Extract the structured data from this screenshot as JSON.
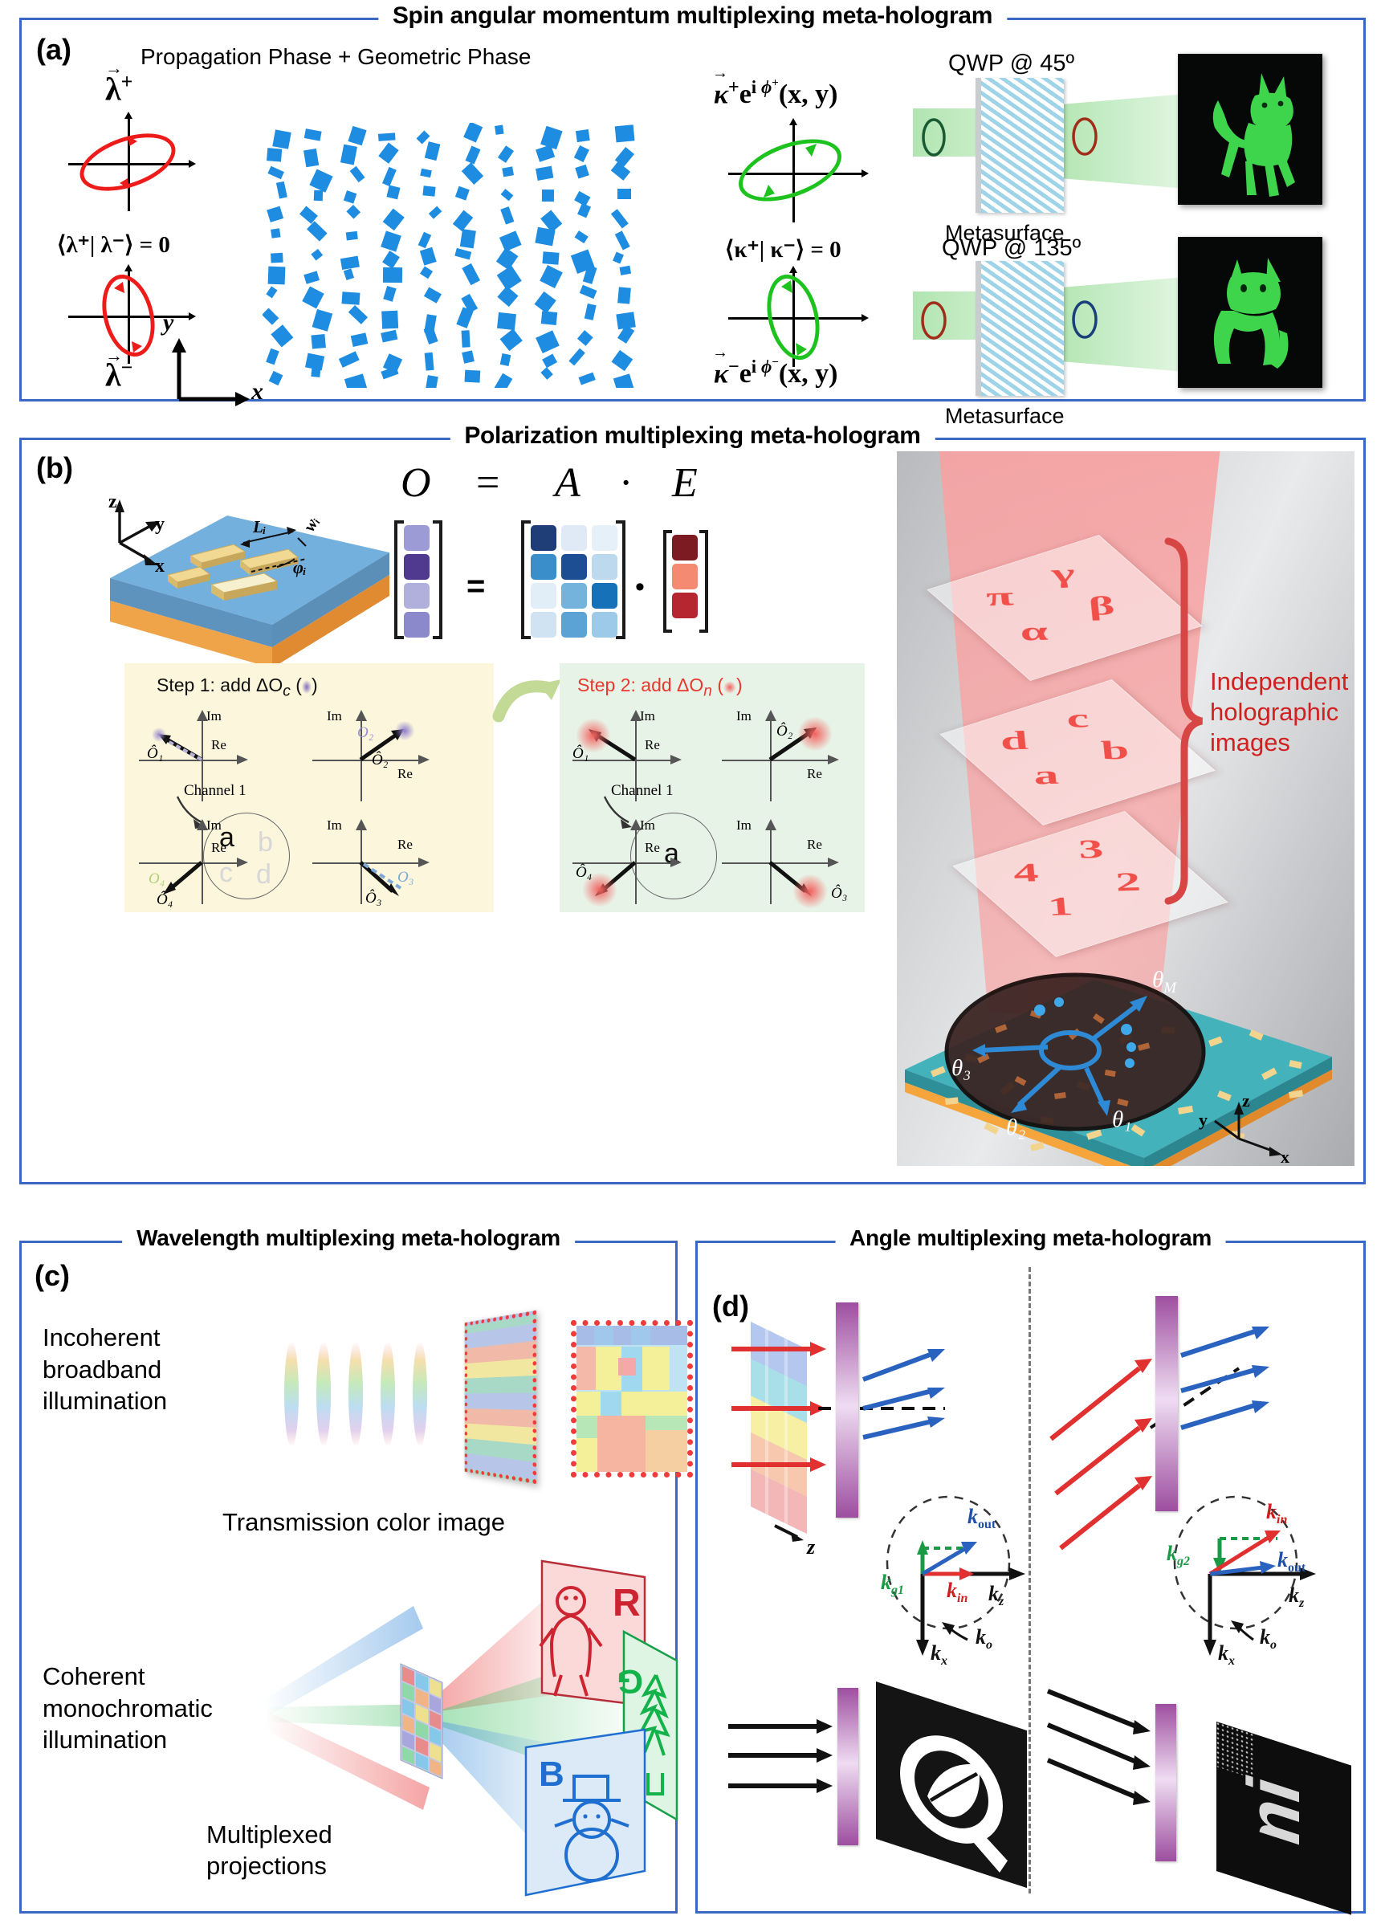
{
  "figure": {
    "panels": [
      {
        "id": "a",
        "letter": "(a)",
        "title": "Spin angular momentum multiplexing meta-hologram",
        "heading": "Propagation Phase + Geometric Phase",
        "labels": {
          "lambda_plus": "λ⁺",
          "lambda_minus": "λ⁻",
          "ortho_lambda": "⟨λ⁺| λ⁻⟩ = 0",
          "kappa_plus_field": "κ⁺ e^{iφ⁺}(x, y)",
          "kappa_minus_field": "κ⁻ e^{iφ⁻}(x, y)",
          "ortho_kappa": "⟨κ⁺| κ⁻⟩ = 0",
          "axis_x": "x",
          "axis_y": "y"
        },
        "channels": [
          {
            "qwp": "QWP @ 45º",
            "surface": "Metasurface",
            "image": "fox-hologram"
          },
          {
            "qwp": "QWP @ 135º",
            "surface": "Metasurface",
            "image": "cat-hologram"
          }
        ]
      },
      {
        "id": "b",
        "letter": "(b)",
        "title": "Polarization multiplexing meta-hologram",
        "equation": {
          "lhs": "O",
          "eq": "=",
          "mid": "A",
          "dot": "·",
          "rhs": "E"
        },
        "nanorod_labels": {
          "z": "z",
          "y": "y",
          "x": "x",
          "length": "Lᵢ",
          "width": "wᵢ",
          "angle": "φᵢ"
        },
        "steps": [
          {
            "title": "Step 1: add ΔO",
            "sub": "c",
            "marker": "violet-dot",
            "channel": "Channel 1",
            "letters": [
              "a",
              "b",
              "c",
              "d"
            ],
            "active_letter": "a",
            "vectors": [
              "Ô₁",
              "Ô₂",
              "Ô₄",
              "Ô₃"
            ],
            "ghosts": [
              "O₁",
              "O₂",
              "O₄",
              "O₃"
            ],
            "axis": [
              "Im",
              "Re"
            ]
          },
          {
            "title": "Step 2: add ΔO",
            "sub": "n",
            "marker": "red-dot",
            "channel": "Channel 1",
            "letters": [
              "a"
            ],
            "active_letter": "a",
            "vectors": [
              "Ô₁",
              "Ô₂",
              "Ô₄",
              "Ô₃"
            ],
            "axis": [
              "Im",
              "Re"
            ]
          }
        ],
        "holo_planes": [
          {
            "chars": [
              "π",
              "γ",
              "α",
              "β"
            ]
          },
          {
            "chars": [
              "d",
              "c",
              "a",
              "b"
            ]
          },
          {
            "chars": [
              "4",
              "3",
              "1",
              "2"
            ]
          }
        ],
        "callout": "Independent\nholographic\nimages",
        "callout_lines": [
          "Independent",
          "holographic",
          "images"
        ],
        "theta_labels": [
          "θₘ",
          "θ₃",
          "θ₂",
          "θ₁"
        ],
        "theta_M": "θ",
        "theta_M_sub": "M",
        "axes3d": {
          "z": "z",
          "y": "y",
          "x": "x"
        }
      },
      {
        "id": "c",
        "letter": "(c)",
        "title": "Wavelength multiplexing meta-hologram",
        "top_label_lines": [
          "Incoherent",
          "broadband",
          "illumination"
        ],
        "top_caption": "Transmission  color image",
        "bottom_label_lines": [
          "Coherent",
          "monochromatic",
          "illumination"
        ],
        "bottom_caption_lines": [
          "Multiplexed",
          "projections"
        ],
        "projection_letters": [
          "R",
          "G",
          "B"
        ],
        "projection_colors": {
          "R": "#cc2430",
          "G": "#14b24a",
          "B": "#1f6fd0"
        }
      },
      {
        "id": "d",
        "letter": "(d)",
        "title": "Angle multiplexing meta-hologram",
        "left": {
          "axis_z": "z",
          "k_labels": {
            "kg": "k",
            "kg_sub": "g1",
            "kin": "k",
            "kin_sub": "in",
            "kout": "k",
            "kout_sub": "out",
            "kz": "k",
            "kz_sub": "z",
            "kx": "k",
            "kx_sub": "x",
            "k0": "k",
            "k0_sub": "o"
          },
          "image": "leaf-logo"
        },
        "right": {
          "k_labels": {
            "kg": "k",
            "kg_sub": "g2",
            "kin": "k",
            "kin_sub": "in",
            "kout": "k",
            "kout_sub": "out",
            "kz": "k",
            "kz_sub": "z",
            "kx": "k",
            "kx_sub": "x",
            "k0": "k",
            "k0_sub": "o"
          },
          "image": "mi-text"
        }
      }
    ],
    "colors": {
      "frame_blue": "#3a66c4",
      "meta_atom_blue": "#1e8ce0",
      "polarization_red": "#ee1b1b",
      "polarization_green": "#1ec21e",
      "holo_green": "#3dd34a",
      "step1_bg": "#fbf6dc",
      "step2_bg": "#e8f3e7",
      "callout_red": "#d02020",
      "slab_purple": "#9e4fa0"
    }
  }
}
